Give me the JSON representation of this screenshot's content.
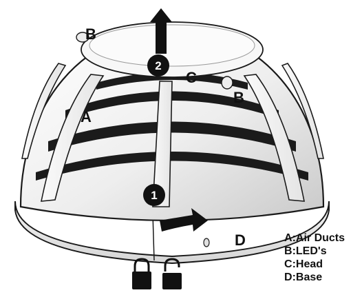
{
  "callouts": {
    "a": "A",
    "b_left": "B",
    "b_right": "B",
    "c": "C",
    "d": "D"
  },
  "steps": {
    "one": "1",
    "two": "2"
  },
  "legend": {
    "separator": ":",
    "items": [
      {
        "key": "A",
        "text": "Air Ducts"
      },
      {
        "key": "B",
        "text": "LED's"
      },
      {
        "key": "C",
        "text": "Head"
      },
      {
        "key": "D",
        "text": "Base"
      }
    ]
  },
  "colors": {
    "outline": "#1a1a1a",
    "body": "#f2f2f2",
    "shadow": "#cfcfcf",
    "duct": "#1b1b1b",
    "marker": "#111111"
  },
  "icons": {
    "lift_arrow": "arrow-up-icon",
    "twist_arrow": "curved-arrow-right-icon",
    "locked": "padlock-closed-icon",
    "unlocked": "padlock-open-icon"
  }
}
